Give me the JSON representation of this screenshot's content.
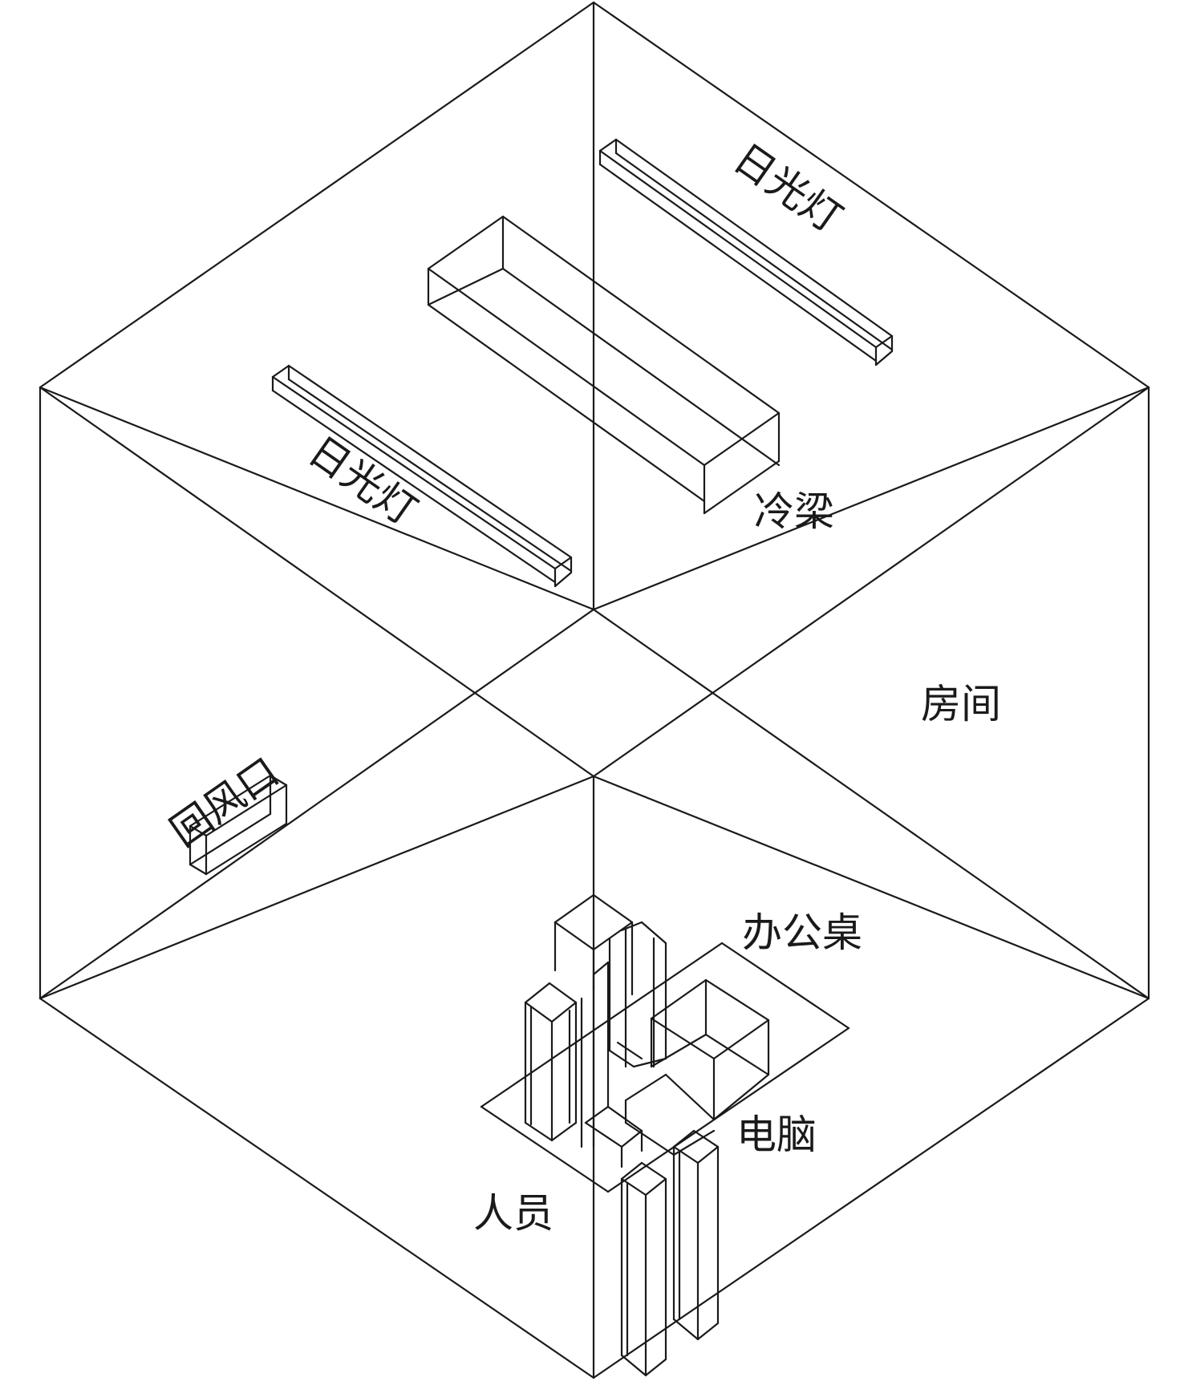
{
  "labels": {
    "room": "房间",
    "light_top": "日光灯",
    "light_left": "日光灯",
    "chilled_beam": "冷梁",
    "return_air": "回风口",
    "desk": "办公桌",
    "computer": "电脑",
    "person": "人员"
  },
  "colors": {
    "line": "#1a1a1a",
    "background": "#ffffff"
  }
}
